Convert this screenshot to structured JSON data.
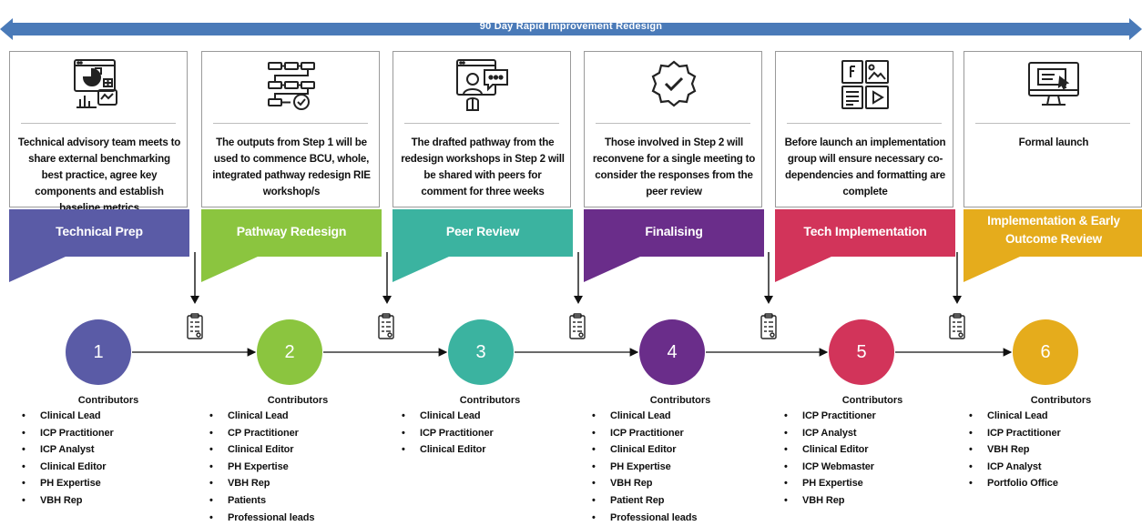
{
  "banner": {
    "title": "90 Day Rapid Improvement Redesign"
  },
  "colors": {
    "banner": "#4a7ab8",
    "technical_prep": "#5a5ba6",
    "pathway_redesign": "#8bc53f",
    "peer_review": "#3bb3a0",
    "finalising": "#6a2d8a",
    "tech_implementation": "#d2345a",
    "implementation": "#e5ac1c"
  },
  "stages": [
    {
      "icon": "analytics-dashboard-icon",
      "description": "Technical advisory team meets to share external benchmarking best practice, agree key components and establish baseline metrics",
      "label": "Technical Prep",
      "number": "1",
      "contributors_title": "Contributors",
      "contributors": [
        "Clinical Lead",
        "ICP Practitioner",
        "ICP Analyst",
        "Clinical Editor",
        "PH Expertise",
        "VBH Rep"
      ]
    },
    {
      "icon": "workflow-diagram-icon",
      "description": "The outputs from Step 1 will be used to commence BCU, whole, integrated pathway redesign RIE workshop/s",
      "label": "Pathway Redesign",
      "number": "2",
      "contributors_title": "Contributors",
      "contributors": [
        "Clinical Lead",
        "CP Practitioner",
        "Clinical Editor",
        "PH Expertise",
        "VBH Rep",
        "Patients",
        "Professional leads"
      ]
    },
    {
      "icon": "online-chat-user-icon",
      "description": "The drafted pathway from the redesign workshops in Step 2 will be shared with peers for comment for three weeks",
      "label": "Peer Review",
      "number": "3",
      "contributors_title": "Contributors",
      "contributors": [
        "Clinical Lead",
        "ICP Practitioner",
        "Clinical Editor"
      ]
    },
    {
      "icon": "verified-badge-icon",
      "description": "Those involved in Step 2 will reconvene for a single meeting to consider the responses from the peer review",
      "label": "Finalising",
      "number": "4",
      "contributors_title": "Contributors",
      "contributors": [
        "Clinical Lead",
        "ICP Practitioner",
        "Clinical Editor",
        "PH Expertise",
        "VBH Rep",
        "Patient Rep",
        "Professional leads"
      ]
    },
    {
      "icon": "content-layout-icon",
      "description": "Before launch an implementation group will ensure necessary co-dependencies and formatting are complete",
      "label": "Tech Implementation",
      "number": "5",
      "contributors_title": "Contributors",
      "contributors": [
        "ICP Practitioner",
        "ICP Analyst",
        "Clinical Editor",
        "ICP Webmaster",
        "PH Expertise",
        "VBH Rep"
      ]
    },
    {
      "icon": "desktop-monitor-icon",
      "description": "Formal launch",
      "label": "Implementation & Early Outcome Review",
      "number": "6",
      "contributors_title": "Contributors",
      "contributors": [
        "Clinical Lead",
        "ICP Practitioner",
        "VBH Rep",
        "ICP Analyst",
        "Portfolio Office"
      ]
    }
  ]
}
